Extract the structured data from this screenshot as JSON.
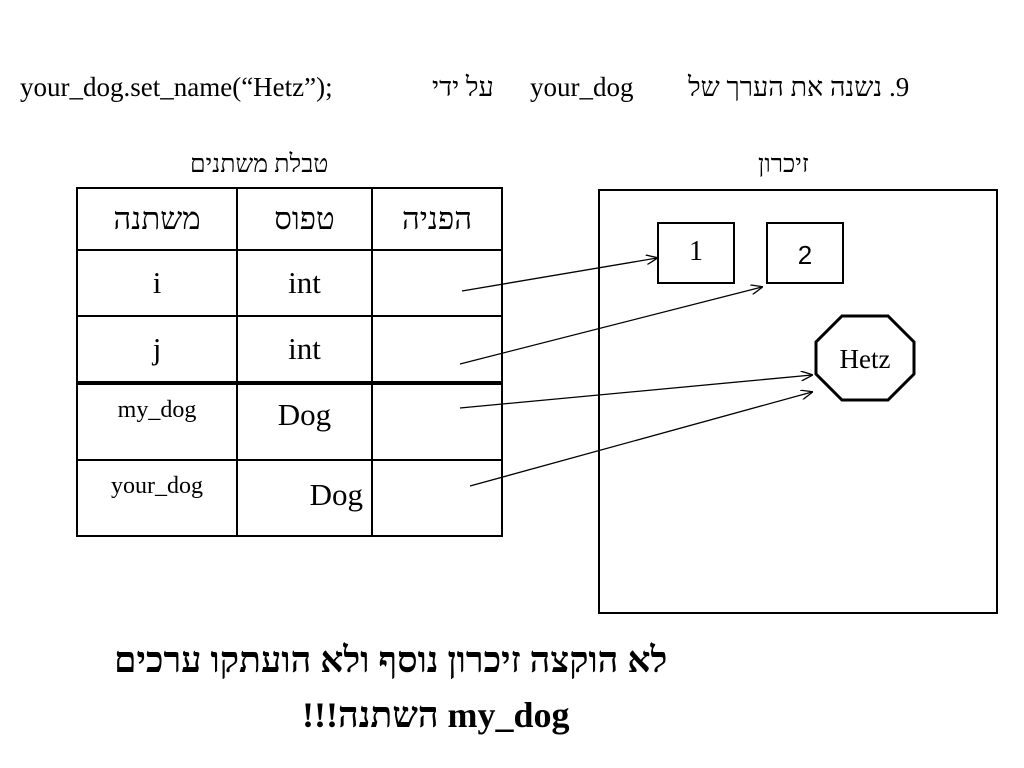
{
  "heading": {
    "step": "9. נשנה את הערך של",
    "variable": "your_dog",
    "by": "על ידי",
    "code": "your_dog.set_name(“Hetz”);"
  },
  "table_caption": "טבלת משתנים",
  "memory_caption": "זיכרון",
  "table": {
    "headers": [
      "משתנה",
      "טפוס",
      "הפניה"
    ],
    "rows": [
      {
        "name": "i",
        "type": "int",
        "ref": ""
      },
      {
        "name": "j",
        "type": "int",
        "ref": ""
      },
      {
        "name": "my_dog",
        "type": "Dog",
        "ref": ""
      },
      {
        "name": "your_dog",
        "type": "Dog",
        "ref": ""
      }
    ]
  },
  "memory": {
    "cell_one": "1",
    "cell_two": "2",
    "object_name": "Hetz"
  },
  "footer": {
    "line1": "לא הוקצה זיכרון נוסף ולא הועתקו ערכים",
    "line2": "my_dog השתנה!!!"
  }
}
